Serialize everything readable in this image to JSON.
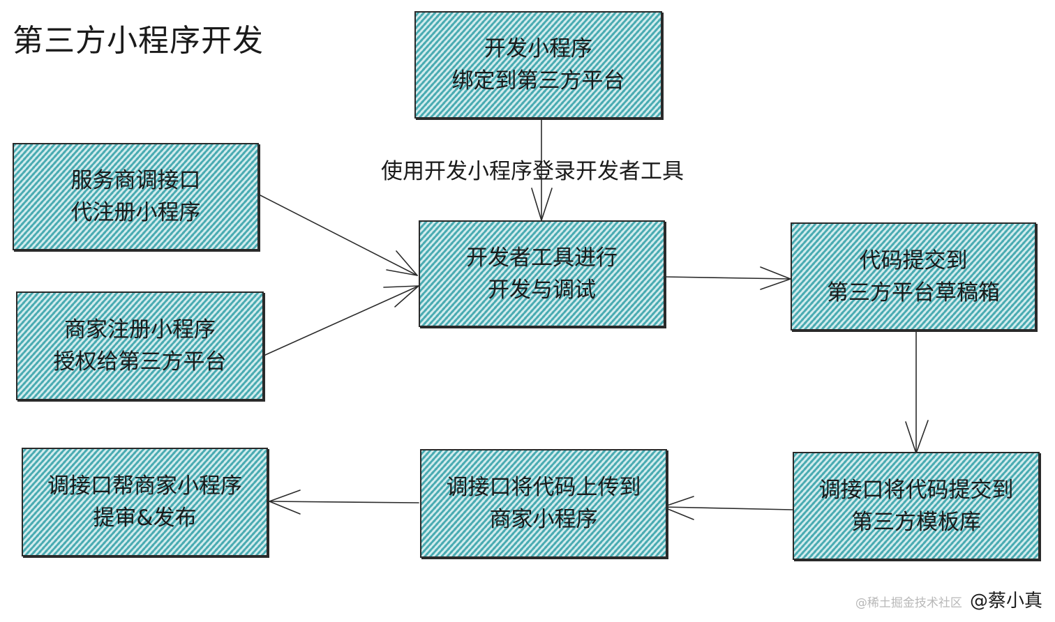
{
  "title": "第三方小程序开发",
  "nodes": {
    "bind": {
      "line1": "开发小程序",
      "line2": "绑定到第三方平台"
    },
    "service_api": {
      "line1": "服务商调接口",
      "line2": "代注册小程序"
    },
    "merchant_register": {
      "line1": "商家注册小程序",
      "line2": "授权给第三方平台"
    },
    "devtools": {
      "line1": "开发者工具进行",
      "line2": "开发与调试"
    },
    "submit_draft": {
      "line1": "代码提交到",
      "line2": "第三方平台草稿箱"
    },
    "template": {
      "line1": "调接口将代码提交到",
      "line2": "第三方模板库"
    },
    "upload": {
      "line1": "调接口将代码上传到",
      "line2": "商家小程序"
    },
    "release": {
      "line1": "调接口帮商家小程序",
      "line2": "提审&发布"
    }
  },
  "edge_label": "使用开发小程序登录开发者工具",
  "watermark": "@稀土掘金技术社区",
  "author": "@蔡小真",
  "colors": {
    "box_fill": "#5bb8bd",
    "stroke": "#2a2a2a"
  }
}
